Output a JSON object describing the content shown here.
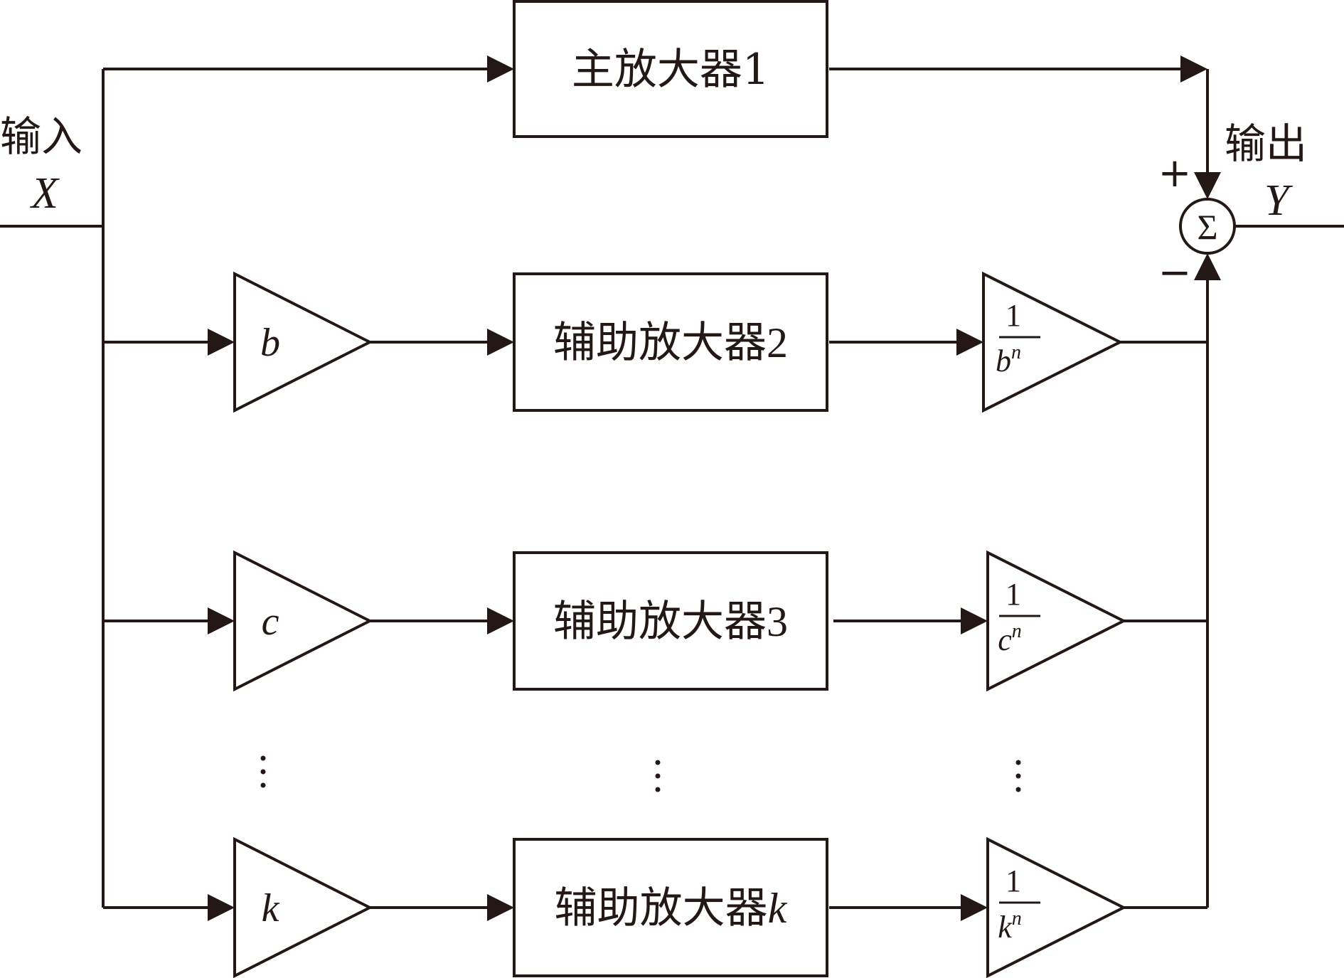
{
  "input": {
    "label": "输入",
    "symbol": "X"
  },
  "output": {
    "label": "输出",
    "symbol": "Y"
  },
  "summer": {
    "symbol": "Σ",
    "plus_sign": "+",
    "minus_sign": "−"
  },
  "main_branch": {
    "amplifier_label": "主放大器1"
  },
  "aux_branches": [
    {
      "pre_gain": "b",
      "amplifier_prefix": "辅助放大器",
      "amplifier_suffix": "2",
      "post_numerator": "1",
      "post_base": "b",
      "post_exponent": "n"
    },
    {
      "pre_gain": "c",
      "amplifier_prefix": "辅助放大器",
      "amplifier_suffix": "3",
      "post_numerator": "1",
      "post_base": "c",
      "post_exponent": "n"
    },
    {
      "pre_gain": "k",
      "amplifier_prefix": "辅助放大器",
      "amplifier_suffix": "k",
      "post_numerator": "1",
      "post_base": "k",
      "post_exponent": "n"
    }
  ],
  "colors": {
    "ink": "#231815",
    "background": "#ffffff"
  }
}
